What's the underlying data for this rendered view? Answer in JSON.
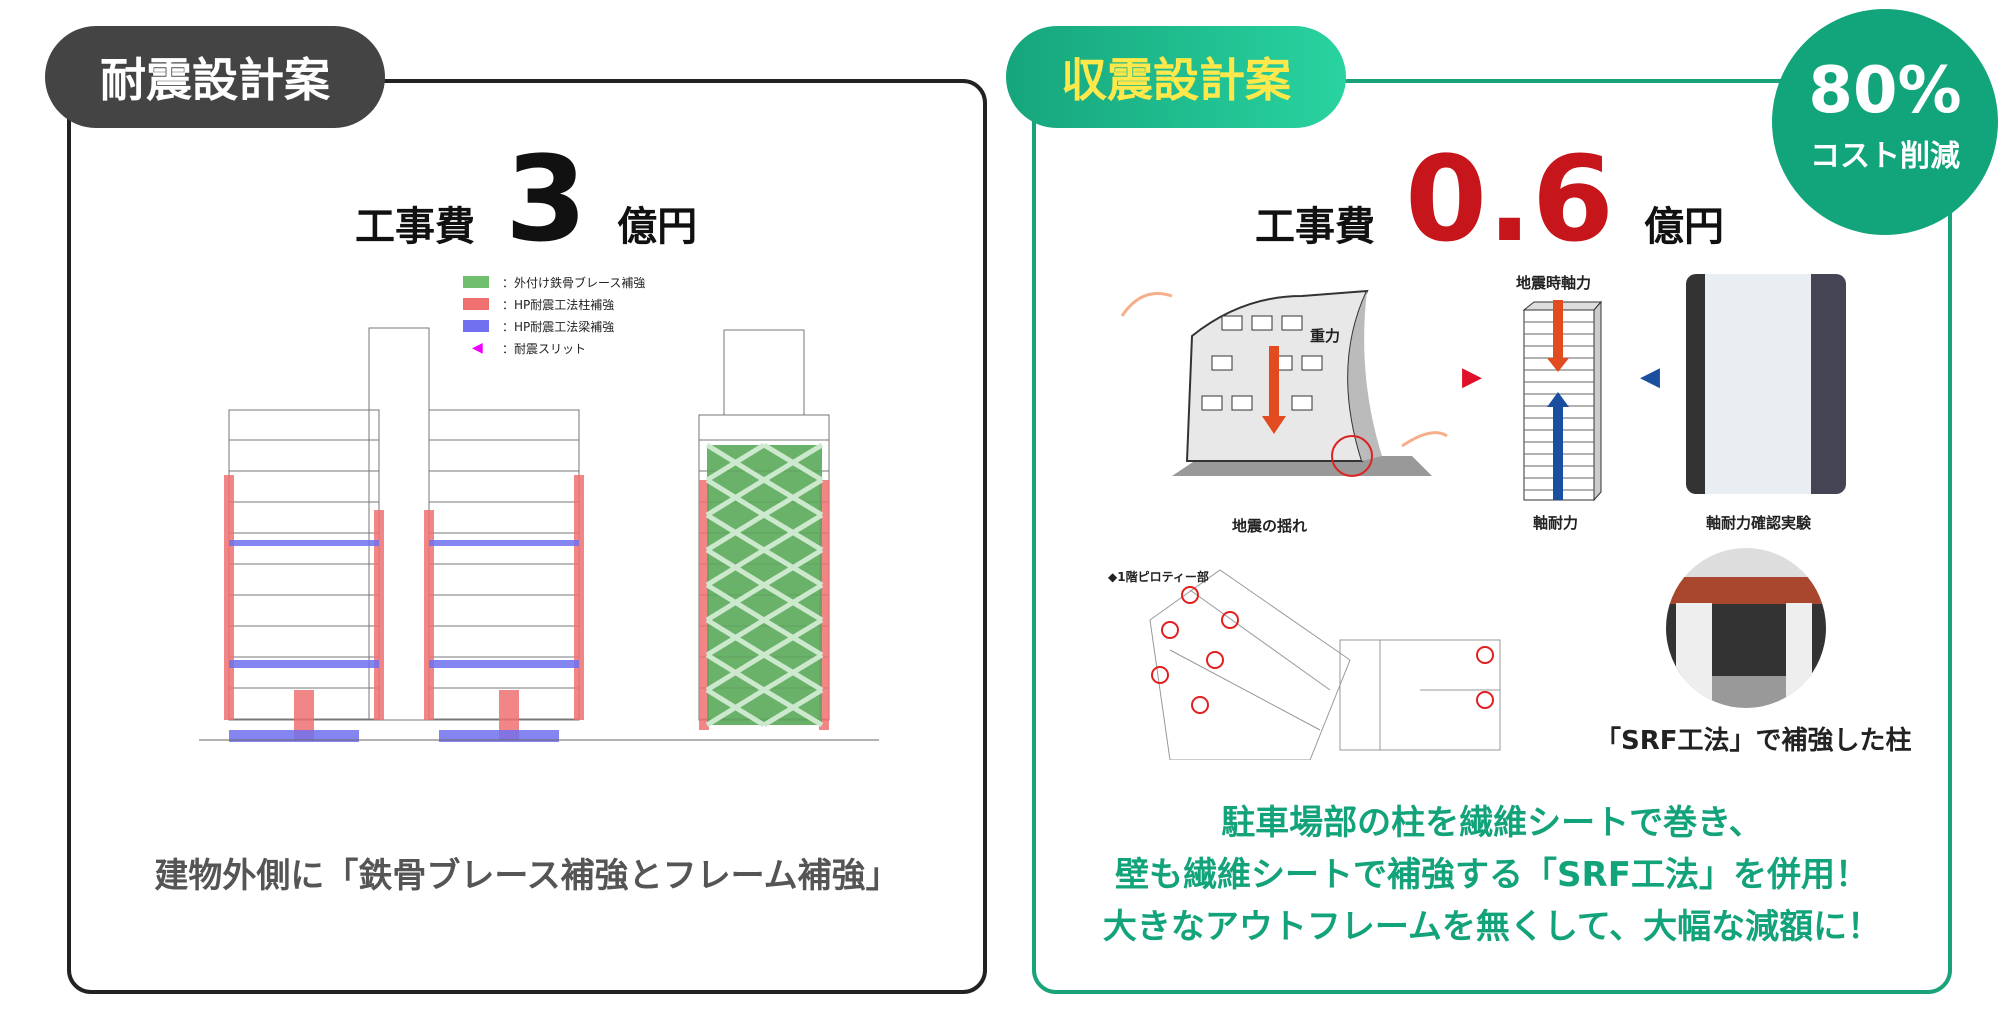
{
  "left": {
    "tag": "耐震設計案",
    "cost_label": "工事費",
    "cost_value": "3",
    "cost_unit": "億円",
    "legend": [
      "：外付け鉄骨ブレース補強",
      "：HP耐震工法柱補強",
      "：HP耐震工法梁補強",
      "：耐震スリット"
    ],
    "caption": "建物外側に「鉄骨ブレース補強とフレーム補強」"
  },
  "right": {
    "tag": "収震設計案",
    "badge_percent": "80%",
    "badge_text": "コスト削減",
    "cost_label": "工事費",
    "cost_value": "0.6",
    "cost_unit": "億円",
    "diagram": {
      "gravity": "重力",
      "shaking": "地震の揺れ",
      "seismic_axial": "地震時軸力",
      "axial_strength": "軸耐力",
      "experiment": "軸耐力確認実験"
    },
    "plan_label": "◆1階ピロティー部",
    "photo_caption": "「SRF工法」で補強した柱",
    "lines": [
      "駐車場部の柱を繊維シートで巻き、",
      "壁も繊維シートで補強する「SRF工法」を併用！",
      "大きなアウトフレームを無くして、大幅な減額に！"
    ]
  },
  "colors": {
    "green": "#1aa37a",
    "red": "#c6161b",
    "dark": "#444444"
  }
}
